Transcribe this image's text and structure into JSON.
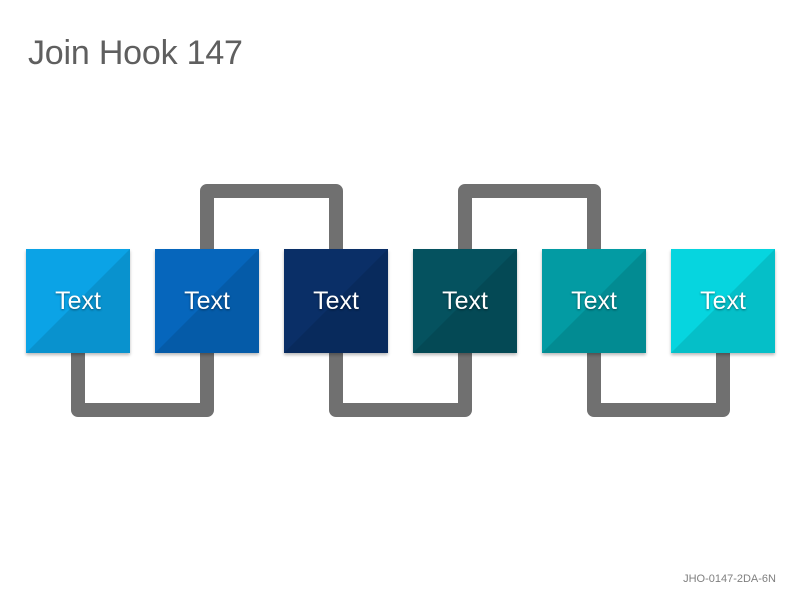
{
  "title": "Join Hook 147",
  "footer_code": "JHO-0147-2DA-6N",
  "diagram": {
    "connector_color": "#707070",
    "boxes": [
      {
        "label": "Text",
        "color": "#0BA3E6"
      },
      {
        "label": "Text",
        "color": "#0666BC"
      },
      {
        "label": "Text",
        "color": "#0A2F67"
      },
      {
        "label": "Text",
        "color": "#05525F"
      },
      {
        "label": "Text",
        "color": "#039BA3"
      },
      {
        "label": "Text",
        "color": "#06D5DF"
      }
    ]
  }
}
